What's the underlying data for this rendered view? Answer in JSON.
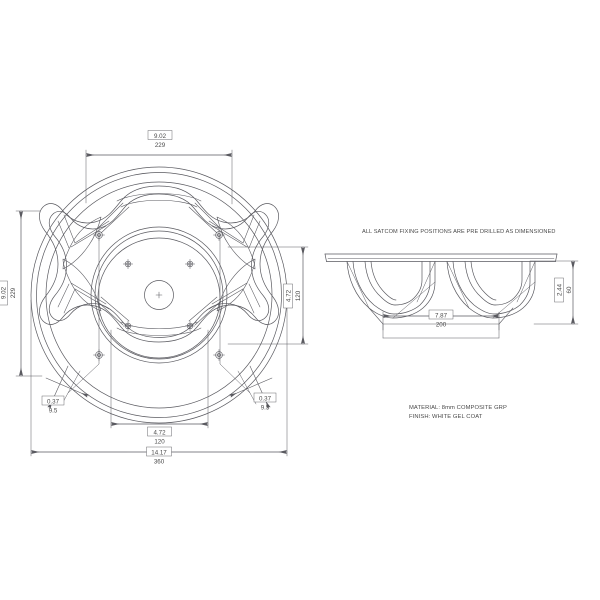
{
  "drawing": {
    "background_color": "#ffffff",
    "line_color": "#5a5a60",
    "text_color": "#4a4a4a",
    "notes": {
      "satcom": "ALL SATCOM FIXING POSITIONS ARE PRE DRILLED AS DIMENSIONED",
      "material": "MATERIAL: 8mm COMPOSITE GRP",
      "finish": "FINISH: WHITE GEL COAT"
    },
    "dimensions": {
      "plan_top_width": {
        "imperial": "9.02",
        "metric": "229"
      },
      "plan_left_height": {
        "imperial": "9.02",
        "metric": "229"
      },
      "plan_right_height": {
        "imperial": "4.72",
        "metric": "120"
      },
      "plan_inner_width": {
        "imperial": "4.72",
        "metric": "120"
      },
      "plan_overall_width": {
        "imperial": "14.17",
        "metric": "360"
      },
      "hole_left": {
        "imperial": "0.37",
        "metric": "9.5"
      },
      "hole_right": {
        "imperial": "0.37",
        "metric": "9.5"
      },
      "side_width": {
        "imperial": "7.87",
        "metric": "200"
      },
      "side_height": {
        "imperial": "2.44",
        "metric": "60"
      }
    }
  }
}
